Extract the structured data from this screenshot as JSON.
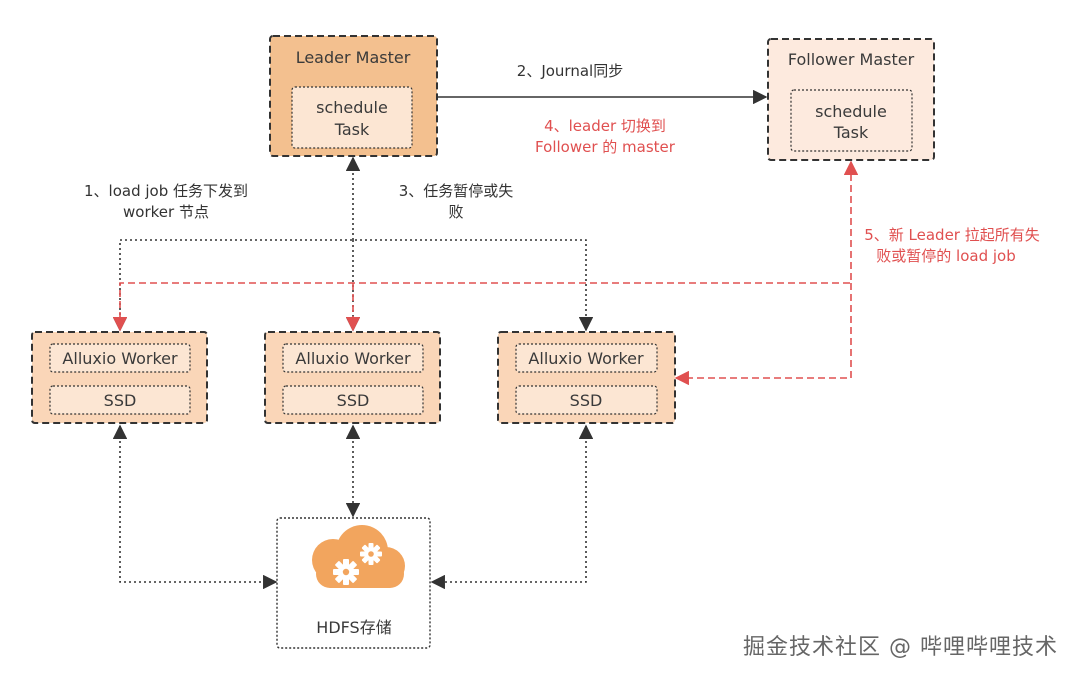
{
  "masters": {
    "leader": {
      "title": "Leader Master",
      "inner_line1": "schedule",
      "inner_line2": "Task"
    },
    "follower": {
      "title": "Follower Master",
      "inner_line1": "schedule",
      "inner_line2": "Task"
    }
  },
  "workers": [
    {
      "name": "Alluxio Worker",
      "disk": "SSD"
    },
    {
      "name": "Alluxio Worker",
      "disk": "SSD"
    },
    {
      "name": "Alluxio Worker",
      "disk": "SSD"
    }
  ],
  "storage": {
    "label": "HDFS存储"
  },
  "labels": {
    "step1_line1": "1、load job 任务下发到",
    "step1_line2": "worker 节点",
    "step2": "2、Journal同步",
    "step3_line1": "3、任务暂停或失",
    "step3_line2": "败",
    "step4_line1": "4、leader 切换到",
    "step4_line2": "Follower 的 master",
    "step5_line1": "5、新 Leader 拉起所有失",
    "step5_line2": "败或暂停的 load job"
  },
  "watermark": "掘金技术社区 @ 哔哩哔哩技术",
  "colors": {
    "leader_fill": "#f3c08f",
    "worker_fill": "#fad6b8",
    "follower_fill": "#fdeade",
    "inner_fill": "#fce6d3",
    "red": "#e05050",
    "dark": "#333333",
    "cloud": "#f2a55e"
  },
  "icons": [
    "gear-cloud-icon"
  ]
}
